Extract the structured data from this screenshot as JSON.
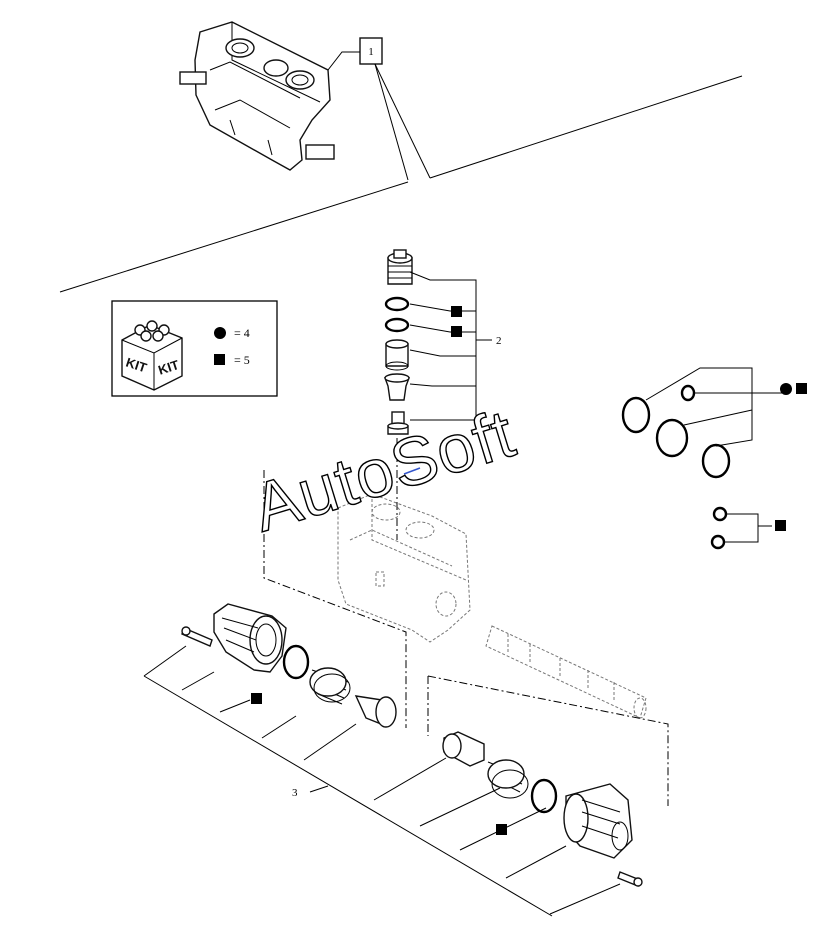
{
  "diagram": {
    "reference_box": "1",
    "callouts": {
      "item2": "2",
      "item3": "3"
    },
    "legend": {
      "kit_label_left": "KIT",
      "kit_label_right": "KIT",
      "circle_value": "= 4",
      "square_value": "= 5"
    },
    "watermark": "AutoSoft",
    "marker_color": "#000000"
  }
}
